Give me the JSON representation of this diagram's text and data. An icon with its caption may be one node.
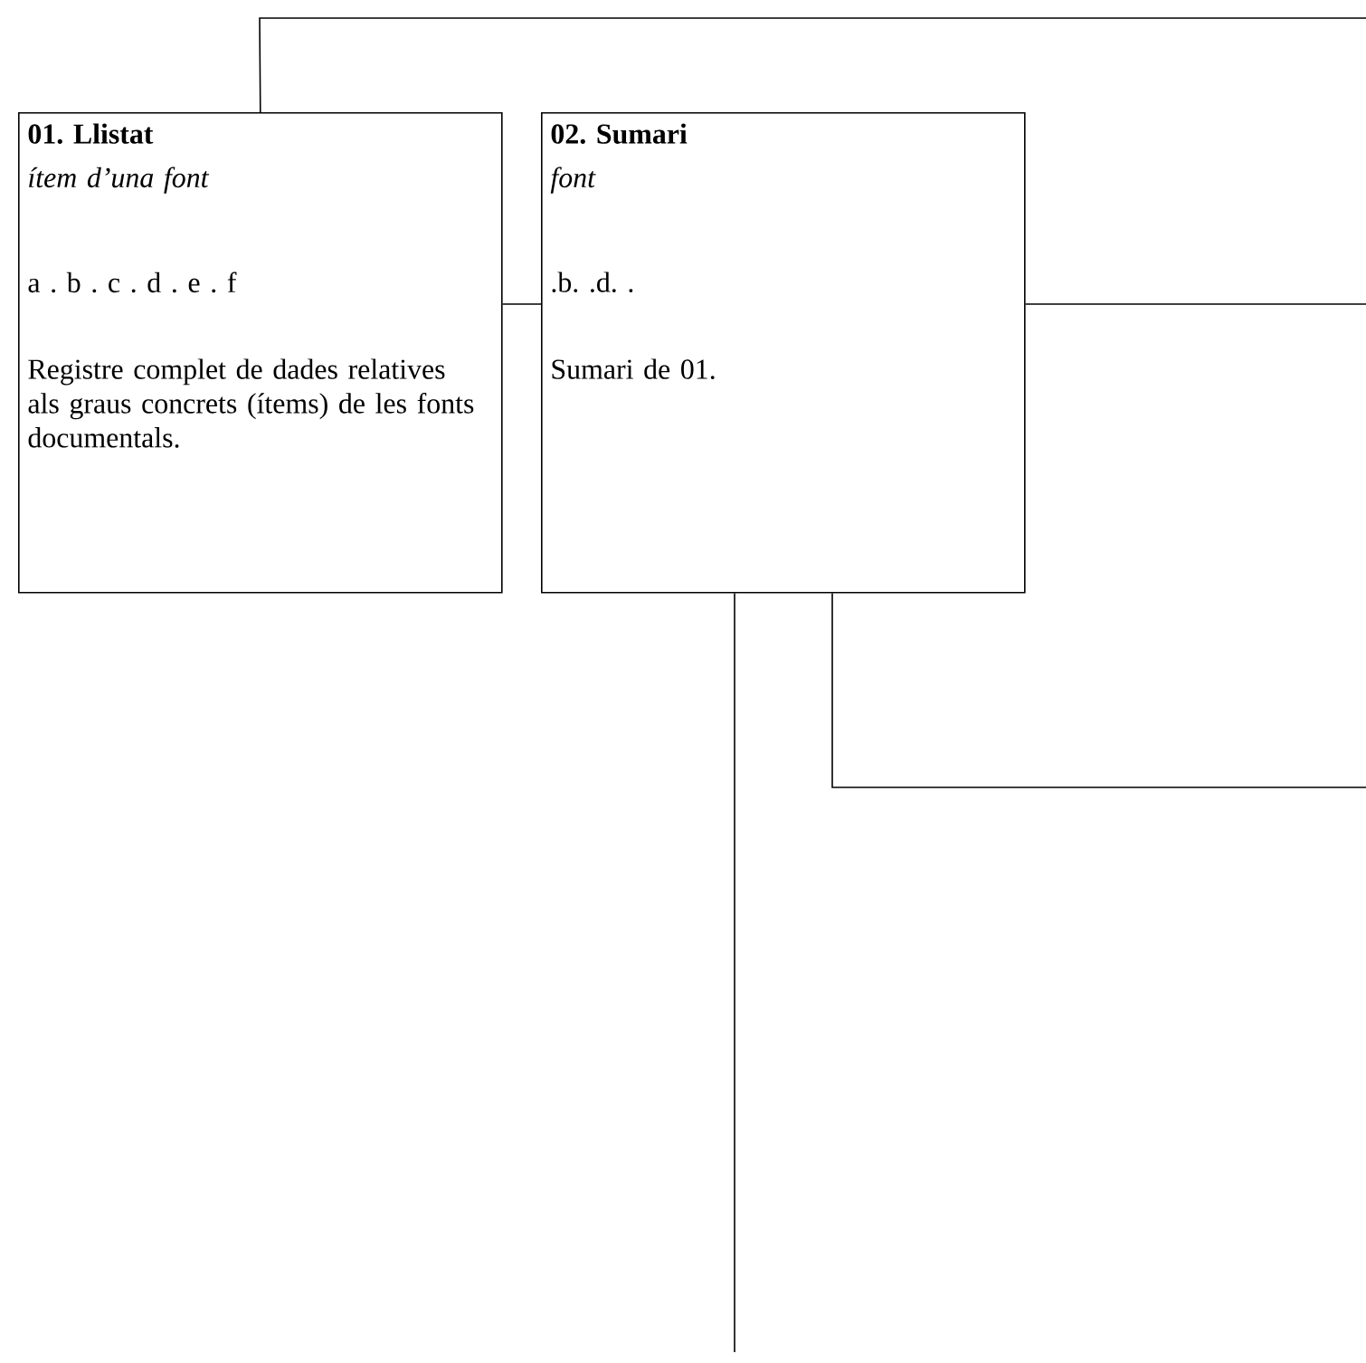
{
  "diagram": {
    "nodes": [
      {
        "text": [
          "01. Llistat",
          "ítem d’una font",
          "a . b . c . d . e . f",
          "Registre complet de dades relatives als graus concrets (ítems) de les fonts documentals."
        ]
      },
      {
        "text": [
          "02. Sumari",
          "font",
          ".b.  .d.  .",
          "Sumari de 01."
        ]
      }
    ],
    "edges": [
      {
        "from": 0,
        "to": null,
        "arrow": "none"
      },
      {
        "from": 0,
        "to": 1,
        "arrow": "none"
      },
      {
        "from": 1,
        "to": null,
        "arrow": "none"
      },
      {
        "from": 1,
        "to": null,
        "arrow": "none"
      },
      {
        "from": 1,
        "to": null,
        "arrow": "none"
      }
    ]
  }
}
